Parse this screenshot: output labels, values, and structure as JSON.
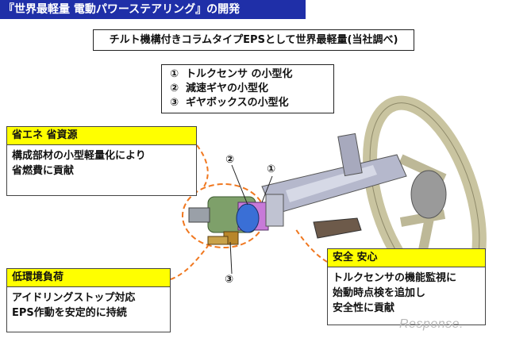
{
  "title": "『世界最軽量 電動パワーステアリング』の開発",
  "headline": "チルト機構付きコラムタイプEPSとして世界最軽量(当社調べ)",
  "improvements": [
    {
      "num": "①",
      "label": "トルクセンサ の小型化"
    },
    {
      "num": "②",
      "label": "減速ギヤの小型化"
    },
    {
      "num": "③",
      "label": "ギヤボックスの小型化"
    }
  ],
  "cards": {
    "eco": {
      "heading": "省エネ 省資源",
      "lines": [
        "構成部材の小型軽量化により",
        "省燃費に貢献"
      ]
    },
    "environment": {
      "heading": "低環境負荷",
      "lines": [
        "アイドリングストップ対応",
        "EPS作動を安定的に持続"
      ]
    },
    "safety": {
      "heading": "安全 安心",
      "lines": [
        "トルクセンサの機能監視に",
        "始動時点検を追加し",
        "安全性に貢献"
      ]
    }
  },
  "markers": {
    "m1": "①",
    "m2": "②",
    "m3": "③"
  },
  "watermark": "Response.",
  "colors": {
    "title_bg": "#1f2fa8",
    "card_head": "#ffff00",
    "callout_orange": "#f07820"
  }
}
